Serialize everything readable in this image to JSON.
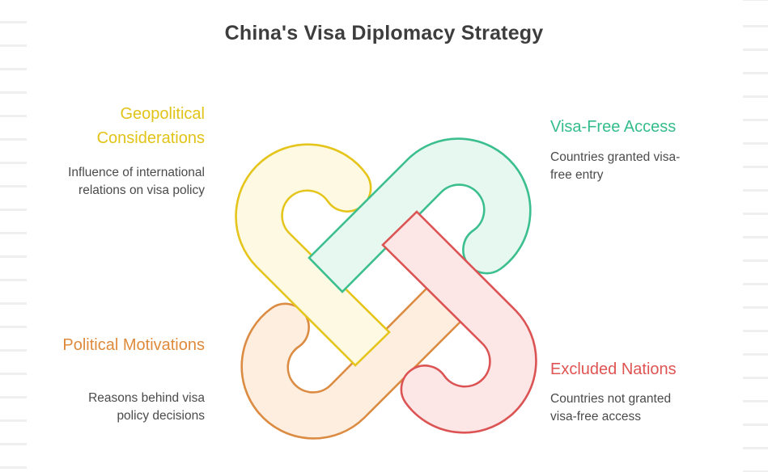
{
  "title": "China's Visa Diplomacy Strategy",
  "background": {
    "edge_line_color": "#efefef"
  },
  "sections": {
    "geopolitical": {
      "heading": "Geopolitical Considerations",
      "description": "Influence of international relations on visa policy",
      "color": "#e2c318"
    },
    "visa_free": {
      "heading": "Visa-Free Access",
      "description": "Countries granted visa-free entry",
      "color": "#34bd8c"
    },
    "political": {
      "heading": "Political Motivations",
      "description": "Reasons behind visa policy decisions",
      "color": "#df8a3b"
    },
    "excluded": {
      "heading": "Excluded Nations",
      "description": "Countries not granted visa-free access",
      "color": "#df5452"
    }
  },
  "knot": {
    "pieces": {
      "orange": {
        "label": "political-motivations-loop",
        "fill": "#fdeee0",
        "stroke": "#dc8c42"
      },
      "yellow": {
        "label": "geopolitical-considerations-loop",
        "fill": "#fdf9e2",
        "stroke": "#e5c51b"
      },
      "green": {
        "label": "visa-free-access-loop",
        "fill": "#e6f8f0",
        "stroke": "#3cbf8e"
      },
      "red": {
        "label": "excluded-nations-loop",
        "fill": "#fce6e6",
        "stroke": "#dc5354"
      }
    }
  }
}
